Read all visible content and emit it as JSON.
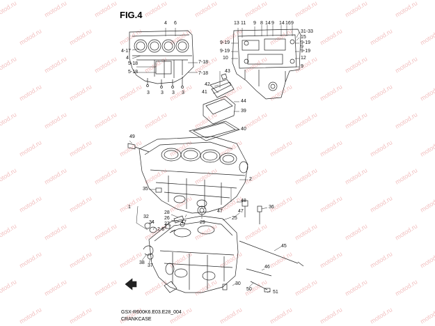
{
  "figure_title": "FIG.4",
  "model_code": "GSX-R600K6.E03.E28_004",
  "section_name": "CRANKCASE",
  "watermark": "motod.ru",
  "part_labels": [
    {
      "id": "l4",
      "text": "4"
    },
    {
      "id": "l6",
      "text": "6"
    },
    {
      "id": "l4_17",
      "text": "4-17"
    },
    {
      "id": "l4b",
      "text": "4"
    },
    {
      "id": "l5_18a",
      "text": "5-18"
    },
    {
      "id": "l5_18b",
      "text": "5-18"
    },
    {
      "id": "l7_18a",
      "text": "7-18"
    },
    {
      "id": "l7_18b",
      "text": "7-18"
    },
    {
      "id": "l3a",
      "text": "3"
    },
    {
      "id": "l3b",
      "text": "3"
    },
    {
      "id": "l3c",
      "text": "3"
    },
    {
      "id": "l3d",
      "text": "3"
    },
    {
      "id": "l13",
      "text": "13"
    },
    {
      "id": "l11",
      "text": "11"
    },
    {
      "id": "l9a",
      "text": "9"
    },
    {
      "id": "l8",
      "text": "8"
    },
    {
      "id": "l14a",
      "text": "14"
    },
    {
      "id": "l9b",
      "text": "9"
    },
    {
      "id": "l14b",
      "text": "14"
    },
    {
      "id": "l16",
      "text": "16"
    },
    {
      "id": "l9c",
      "text": "9"
    },
    {
      "id": "l31_33",
      "text": "31-33"
    },
    {
      "id": "l15",
      "text": "15"
    },
    {
      "id": "l9_19a",
      "text": "9-19"
    },
    {
      "id": "l9_19b",
      "text": "9-19"
    },
    {
      "id": "l9_19c",
      "text": "9-19"
    },
    {
      "id": "l9_19d",
      "text": "9-19"
    },
    {
      "id": "l9d",
      "text": "9"
    },
    {
      "id": "l9e",
      "text": "9"
    },
    {
      "id": "l10",
      "text": "10"
    },
    {
      "id": "l12",
      "text": "12"
    },
    {
      "id": "l43",
      "text": "43"
    },
    {
      "id": "l42",
      "text": "42"
    },
    {
      "id": "l41",
      "text": "41"
    },
    {
      "id": "l44",
      "text": "44"
    },
    {
      "id": "l39",
      "text": "39"
    },
    {
      "id": "l40",
      "text": "40"
    },
    {
      "id": "l49",
      "text": "49"
    },
    {
      "id": "l2",
      "text": "2"
    },
    {
      "id": "l35",
      "text": "35"
    },
    {
      "id": "l1",
      "text": "1"
    },
    {
      "id": "l48",
      "text": "48"
    },
    {
      "id": "l36",
      "text": "36"
    },
    {
      "id": "l28",
      "text": "28"
    },
    {
      "id": "l26",
      "text": "26"
    },
    {
      "id": "l47a",
      "text": "47"
    },
    {
      "id": "l32",
      "text": "32"
    },
    {
      "id": "l34",
      "text": "34"
    },
    {
      "id": "l27",
      "text": "27"
    },
    {
      "id": "l47b",
      "text": "47"
    },
    {
      "id": "l2_6",
      "text": "2-6"
    },
    {
      "id": "l29",
      "text": "29"
    },
    {
      "id": "l25",
      "text": "25"
    },
    {
      "id": "l47c",
      "text": "47"
    },
    {
      "id": "l45",
      "text": "45"
    },
    {
      "id": "l38",
      "text": "38"
    },
    {
      "id": "l37",
      "text": "37"
    },
    {
      "id": "l46",
      "text": "46"
    },
    {
      "id": "l30",
      "text": "30"
    },
    {
      "id": "l50",
      "text": "50"
    },
    {
      "id": "l51",
      "text": "51"
    }
  ]
}
